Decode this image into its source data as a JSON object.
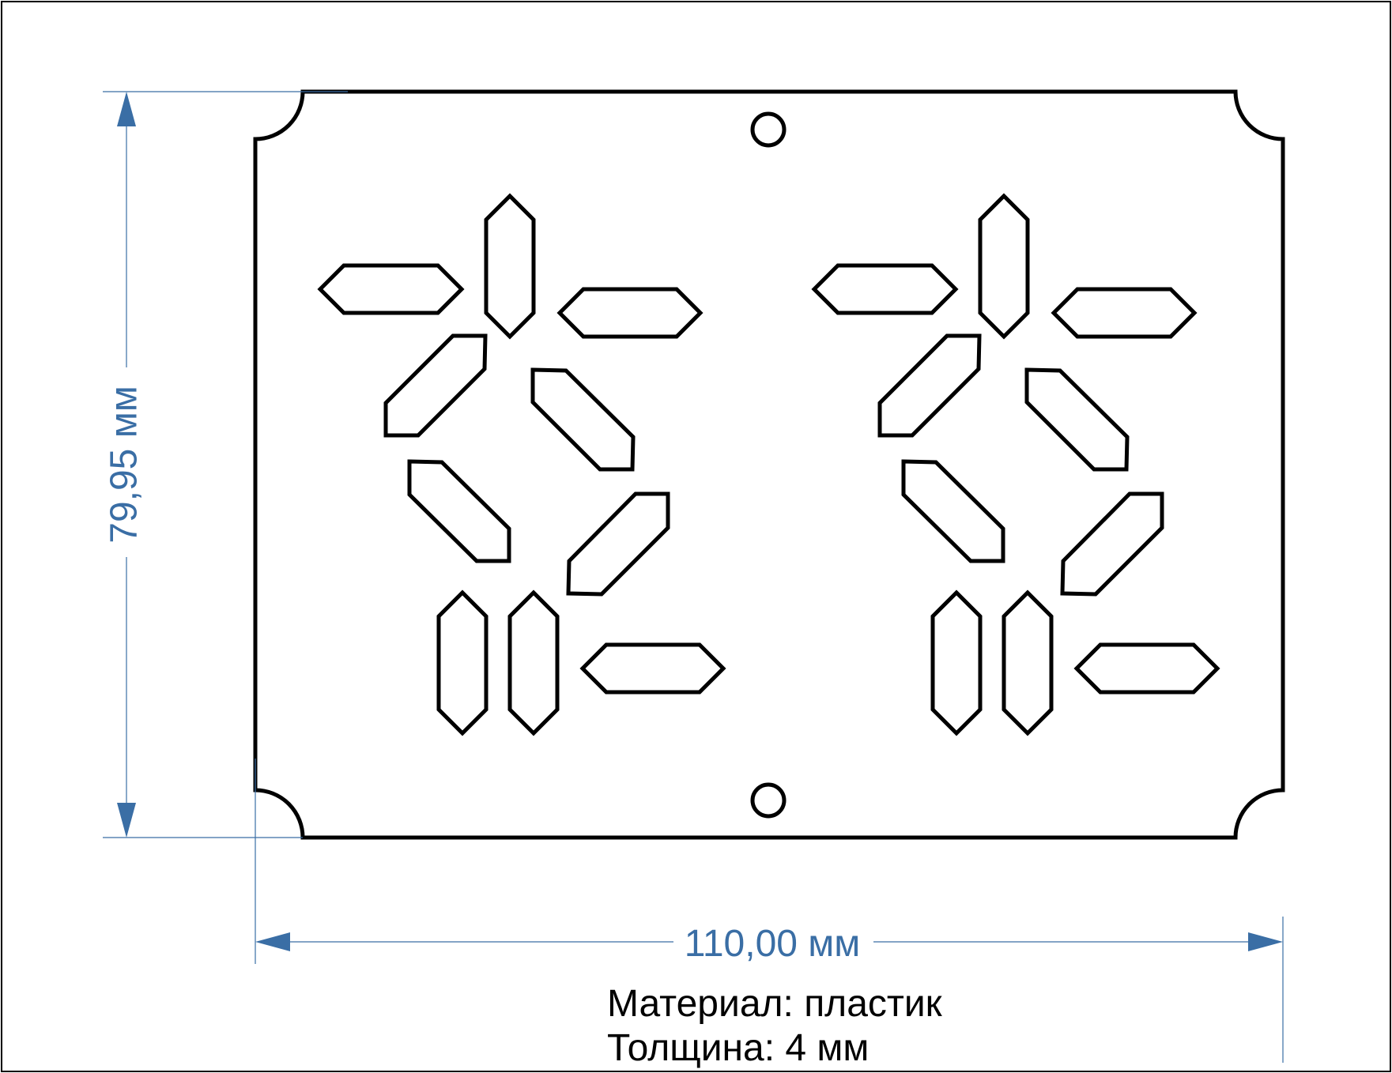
{
  "dimensions": {
    "height_label": "79,95 мм",
    "width_label": "110,00 мм"
  },
  "notes": {
    "material": "Материал: пластик",
    "thickness": "Толщина: 4 мм"
  },
  "colors": {
    "dimension": "#3a6ea5",
    "outline": "#000000",
    "frame": "#000000",
    "background": "#ffffff"
  }
}
